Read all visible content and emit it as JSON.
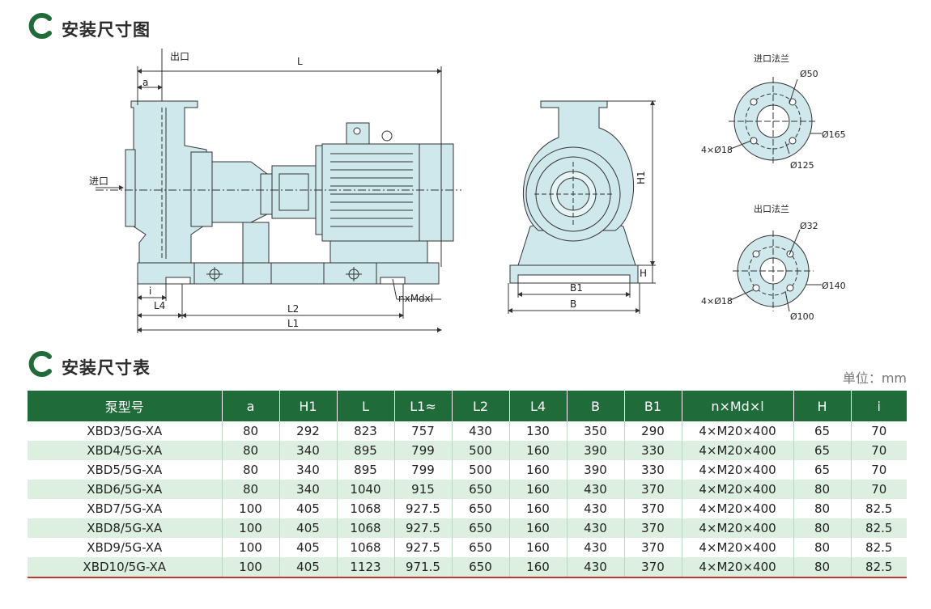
{
  "section1": {
    "title": "安装尺寸图"
  },
  "section2": {
    "title": "安装尺寸表"
  },
  "unit_label": "单位：mm",
  "drawing": {
    "outlet": "出口",
    "inlet": "进口",
    "a": "a",
    "L": "L",
    "L1": "L1",
    "L2": "L2",
    "L4": "L4",
    "i": "i",
    "nxMdxl": "nxMdxl",
    "H1": "H1",
    "H": "H",
    "B": "B",
    "B1": "B1",
    "inlet_flange": {
      "title": "进口法兰",
      "d_bore": "Ø50",
      "d_outer": "Ø165",
      "d_bolt": "Ø125",
      "holes": "4×Ø18"
    },
    "outlet_flange": {
      "title": "出口法兰",
      "d_bore": "Ø32",
      "d_outer": "Ø140",
      "d_bolt": "Ø100",
      "holes": "4×Ø18"
    }
  },
  "table": {
    "headers": [
      "泵型号",
      "a",
      "H1",
      "L",
      "L1≈",
      "L2",
      "L4",
      "B",
      "B1",
      "n×Md×l",
      "H",
      "i"
    ],
    "rows": [
      [
        "XBD3/5G-XA",
        "80",
        "292",
        "823",
        "757",
        "430",
        "130",
        "350",
        "290",
        "4×M20×400",
        "65",
        "70"
      ],
      [
        "XBD4/5G-XA",
        "80",
        "340",
        "895",
        "799",
        "500",
        "160",
        "390",
        "330",
        "4×M20×400",
        "65",
        "70"
      ],
      [
        "XBD5/5G-XA",
        "80",
        "340",
        "895",
        "799",
        "500",
        "160",
        "390",
        "330",
        "4×M20×400",
        "65",
        "70"
      ],
      [
        "XBD6/5G-XA",
        "80",
        "340",
        "1040",
        "915",
        "650",
        "160",
        "430",
        "370",
        "4×M20×400",
        "80",
        "70"
      ],
      [
        "XBD7/5G-XA",
        "100",
        "405",
        "1068",
        "927.5",
        "650",
        "160",
        "430",
        "370",
        "4×M20×400",
        "80",
        "82.5"
      ],
      [
        "XBD8/5G-XA",
        "100",
        "405",
        "1068",
        "927.5",
        "650",
        "160",
        "430",
        "370",
        "4×M20×400",
        "80",
        "82.5"
      ],
      [
        "XBD9/5G-XA",
        "100",
        "405",
        "1068",
        "927.5",
        "650",
        "160",
        "430",
        "370",
        "4×M20×400",
        "80",
        "82.5"
      ],
      [
        "XBD10/5G-XA",
        "100",
        "405",
        "1123",
        "971.5",
        "650",
        "160",
        "430",
        "370",
        "4×M20×400",
        "80",
        "82.5"
      ]
    ]
  },
  "colors": {
    "header_green": "#1f6b3a",
    "row_alt": "#dcefe0",
    "drawing_fill": "#cfe8ec",
    "accent_red": "#c0392b"
  }
}
